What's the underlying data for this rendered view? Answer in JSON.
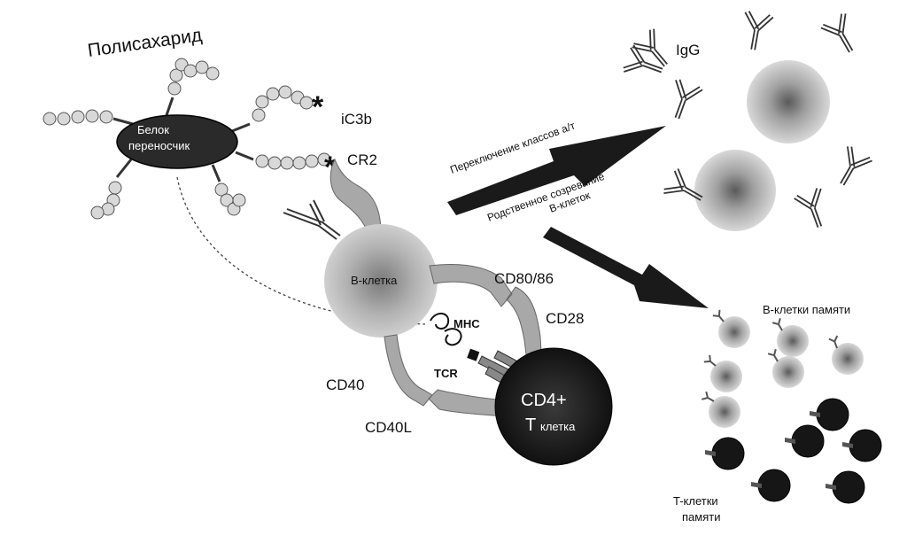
{
  "labels": {
    "polysaccharide": "Полисахарид",
    "carrier_line1": "Белок",
    "carrier_line2": "переносчик",
    "ic3b": "iC3b",
    "cr2": "CR2",
    "bcell": "B-клетка",
    "cd80": "CD80/86",
    "cd28": "CD28",
    "mhc": "MHC",
    "tcr": "TCR",
    "cd40": "CD40",
    "cd40l": "CD40L",
    "cd4_line1": "CD4+",
    "cd4_line2_big": "T",
    "cd4_line2_small": "клетка",
    "igg": "IgG",
    "class_switch": "Переключение классов а/т",
    "affinity_line1": "Родственное созревание",
    "affinity_line2": "B-клеток",
    "memory_b": "B-клетки памяти",
    "memory_t_line1": "T-клетки",
    "memory_t_line2": "памяти"
  },
  "colors": {
    "carrier_fill": "#2a2a2a",
    "bead_fill": "#d8d8d8",
    "tcell_fill": "#161616",
    "membrane": "#a8a8a8",
    "arrow": "#1a1a1a"
  }
}
